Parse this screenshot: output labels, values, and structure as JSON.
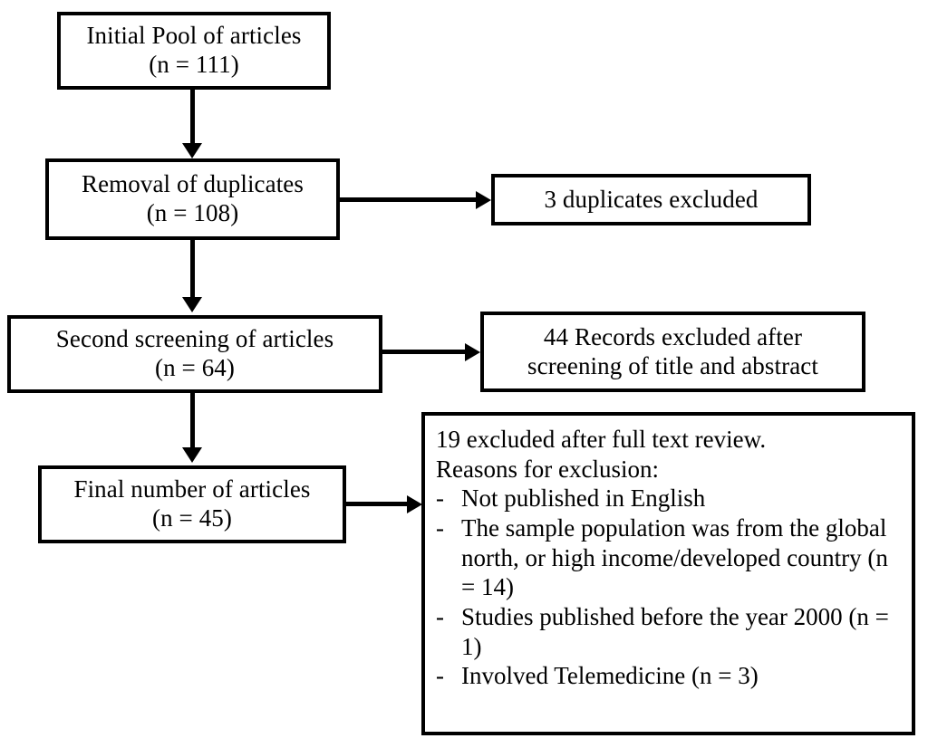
{
  "diagram": {
    "type": "prisma-flow-diagram",
    "orientation": "top-to-bottom",
    "stroke_color": "#000000",
    "background_color": "#ffffff",
    "nodes": {
      "initial_pool": {
        "line1": "Initial Pool of articles",
        "line2": "(n = 111)"
      },
      "removal_duplicates": {
        "line1": "Removal of duplicates",
        "line2": "(n = 108)"
      },
      "duplicates_excluded": {
        "line1": "3 duplicates excluded"
      },
      "second_screening": {
        "line1": "Second screening of articles",
        "line2": "(n = 64)"
      },
      "records_excluded": {
        "line1": "44 Records excluded after",
        "line2": "screening of title and abstract"
      },
      "final_number": {
        "line1": "Final number of articles",
        "line2": "(n = 45)"
      },
      "exclusion_reasons": {
        "head1": "19 excluded after full text review.",
        "head2": "Reasons for exclusion:",
        "bullet_marker": "-",
        "bullets": [
          {
            "text": "Not published in English"
          },
          {
            "text": "The sample population was from the global north, or high income/developed country (n = 14)"
          },
          {
            "text": "Studies published before the year 2000 (n = 1)"
          },
          {
            "text": "Involved Telemedicine (n = 3)"
          }
        ]
      }
    }
  }
}
